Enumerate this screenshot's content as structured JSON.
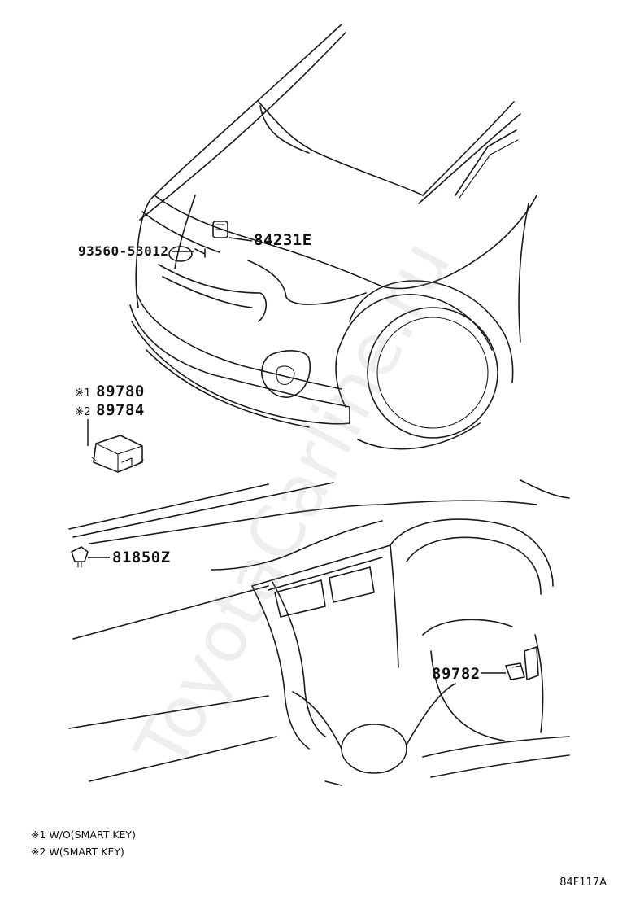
{
  "parts": {
    "p84231E": "84231E",
    "p93560": "93560-53012",
    "p89780": "89780",
    "p89784": "89784",
    "p81850Z": "81850Z",
    "p89782": "89782"
  },
  "marks": {
    "m1": "※1",
    "m2": "※2"
  },
  "notes": {
    "n1": "※1 W/O(SMART KEY)",
    "n2": "※2 W(SMART KEY)"
  },
  "watermark": "ToyotaCarline.ru",
  "figure_id": "84F117A"
}
